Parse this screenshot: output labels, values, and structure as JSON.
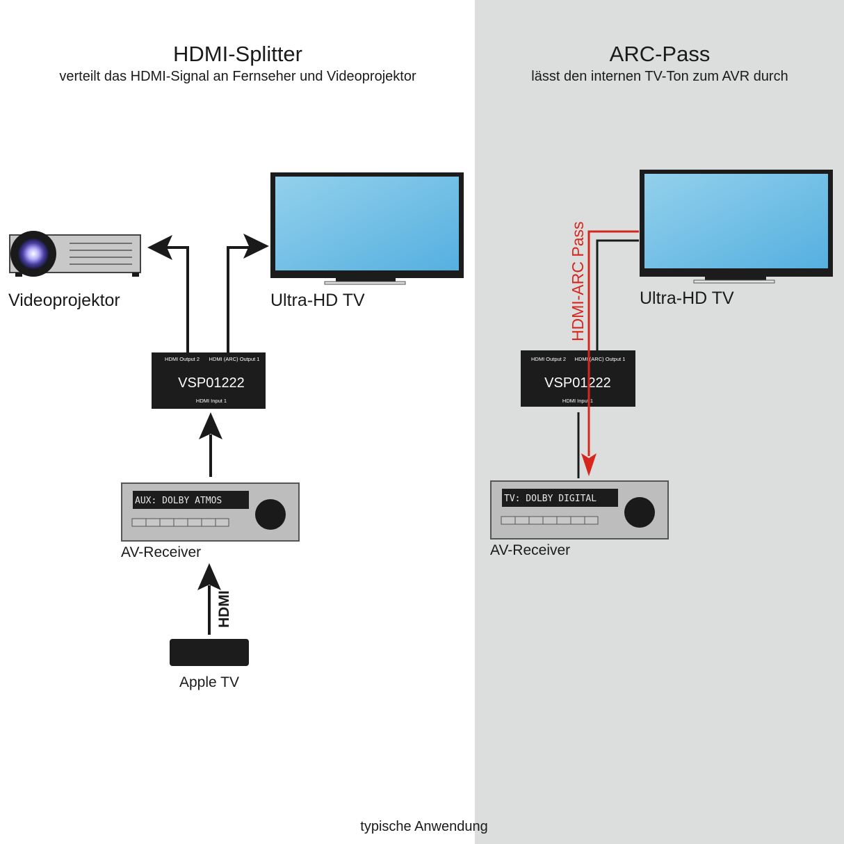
{
  "left_panel": {
    "title": "HDMI-Splitter",
    "subtitle": "verteilt das HDMI-Signal an Fernseher und Videoprojektor",
    "projector_label": "Videoprojektor",
    "tv_label": "Ultra-HD TV",
    "splitter": {
      "model": "VSP01222",
      "output2_label": "HDMI Output 2",
      "output1_label": "HDMI (ARC) Output 1",
      "input_label": "HDMI Input 1"
    },
    "receiver_display": "AUX: DOLBY ATMOS",
    "receiver_label": "AV-Receiver",
    "hdmi_cable_label": "HDMI",
    "source_label": "Apple TV"
  },
  "right_panel": {
    "title": "ARC-Pass",
    "subtitle": "lässt den internen TV-Ton zum AVR durch",
    "tv_label": "Ultra-HD TV",
    "arc_label": "HDMI-ARC Pass",
    "splitter": {
      "model": "VSP01222",
      "output2_label": "HDMI Output 2",
      "output1_label": "HDMI (ARC) Output 1",
      "input_label": "HDMI Input 1"
    },
    "receiver_display": "TV: DOLBY DIGITAL",
    "receiver_label": "AV-Receiver"
  },
  "footer": "typische Anwendung",
  "colors": {
    "right_panel_bg": "#dcdddd",
    "screen_top": "#8ccbe9",
    "screen_bottom": "#5ab3e0",
    "device_black": "#1c1c1c",
    "receiver_grey": "#bdbdbd",
    "arc_red": "#d7261e"
  },
  "icons": [
    "projector-icon",
    "tv-icon",
    "splitter-box",
    "av-receiver-icon",
    "apple-tv-box",
    "arrow-icon"
  ]
}
